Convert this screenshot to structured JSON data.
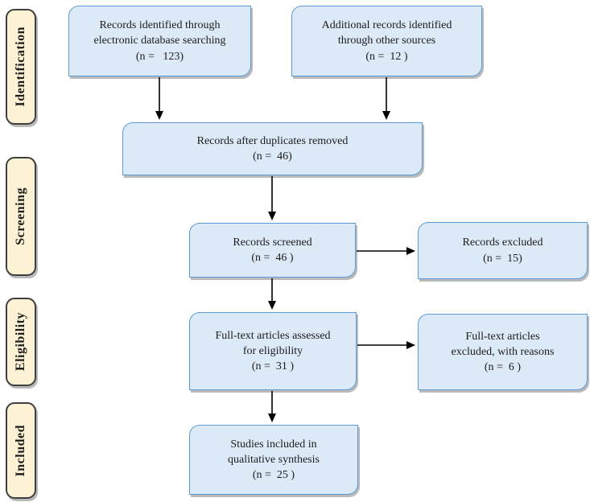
{
  "colors": {
    "box_fill": "#dce9f7",
    "box_border": "#5b9bd5",
    "stage_fill": "#fdf2d4",
    "stage_border": "#3f3f3f",
    "arrow": "#000000",
    "text": "#1c1c1c",
    "background": "#ffffff"
  },
  "stages": [
    {
      "label": "Identification"
    },
    {
      "label": "Screening"
    },
    {
      "label": "Eligibility"
    },
    {
      "label": "Included"
    }
  ],
  "boxes": [
    {
      "text": "Records identified through\nelectronic database searching\n(n =   123)"
    },
    {
      "text": "Additional records identified\nthrough other sources\n(n =  12 )"
    },
    {
      "text": "Records after duplicates removed\n(n =  46)"
    },
    {
      "text": "Records screened\n(n =  46 )"
    },
    {
      "text": "Records excluded\n(n =  15)"
    },
    {
      "text": "Full-text articles assessed\nfor eligibility\n(n =  31 )"
    },
    {
      "text": "Full-text articles\nexcluded, with reasons\n(n =  6 )"
    },
    {
      "text": "Studies included in\nqualitative synthesis\n(n =  25 )"
    }
  ]
}
